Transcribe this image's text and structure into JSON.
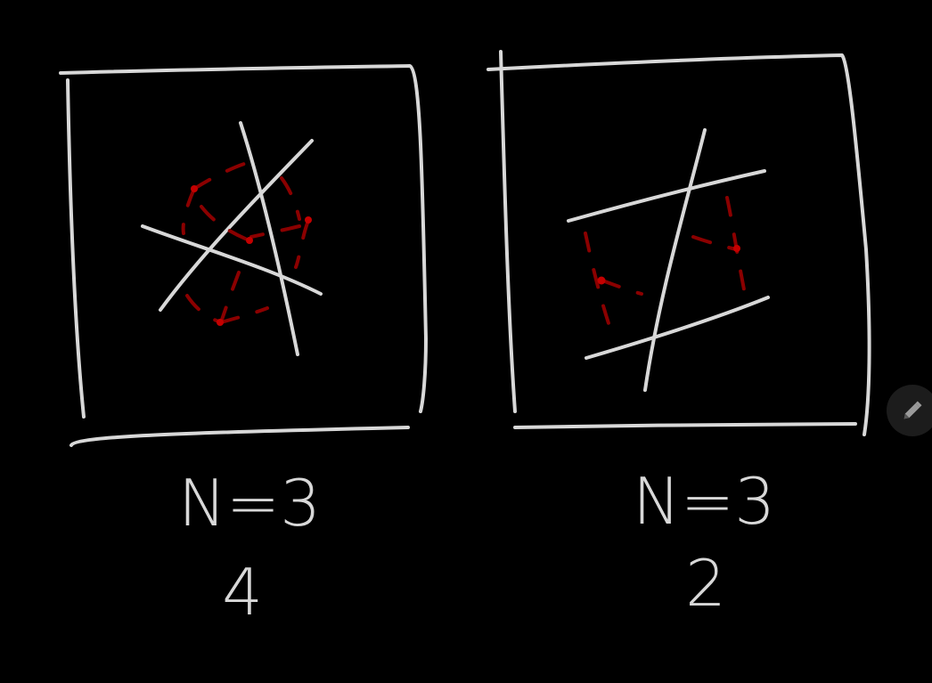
{
  "diagrams": [
    {
      "n_label": "N=3",
      "count": "4"
    },
    {
      "n_label": "N=3",
      "count": "2"
    }
  ],
  "tool": {
    "icon": "pencil-icon"
  },
  "colors": {
    "background": "#000000",
    "stroke": "#d8d8d8",
    "highlight": "#8b0000"
  }
}
